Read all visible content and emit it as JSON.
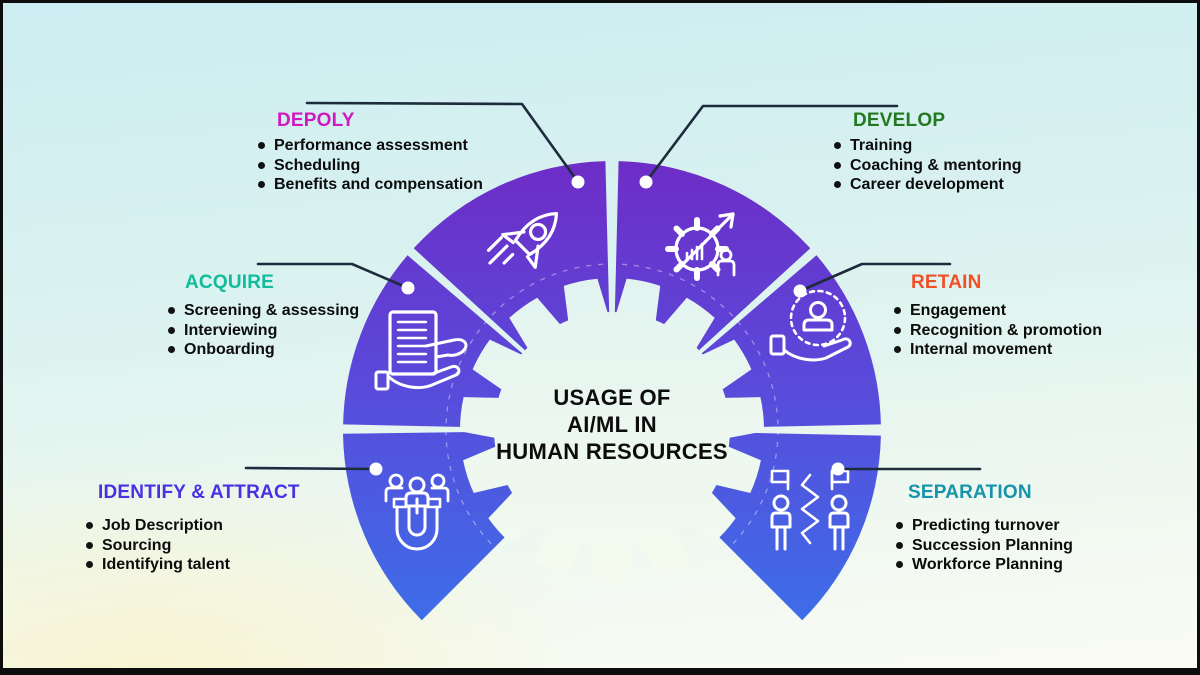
{
  "title": {
    "line1": "USAGE OF",
    "line2": "AI/ML IN",
    "line3": "HUMAN RESOURCES"
  },
  "sections": [
    {
      "label": "DEPOLY",
      "color": "#cf18c0",
      "icon": "rocket-icon",
      "items": [
        "Performance assessment",
        "Scheduling",
        "Benefits and compensation"
      ]
    },
    {
      "label": "DEVELOP",
      "color": "#23791f",
      "icon": "growth-gear-icon",
      "items": [
        "Training",
        "Coaching & mentoring",
        "Career development"
      ]
    },
    {
      "label": "ACQUIRE",
      "color": "#10bc9b",
      "icon": "document-review-icon",
      "items": [
        "Screening & assessing",
        "Interviewing",
        "Onboarding"
      ]
    },
    {
      "label": "RETAIN",
      "color": "#f04f28",
      "icon": "employee-care-icon",
      "items": [
        "Engagement",
        "Recognition & promotion",
        "Internal movement"
      ]
    },
    {
      "label": "IDENTIFY & ATTRACT",
      "color": "#4930e2",
      "icon": "talent-magnet-icon",
      "items": [
        "Job Description",
        "Sourcing",
        "Identifying talent"
      ]
    },
    {
      "label": "SEPARATION",
      "color": "#1694ac",
      "icon": "separation-flags-icon",
      "items": [
        "Predicting turnover",
        "Succession Planning",
        "Workforce Planning"
      ]
    }
  ],
  "ring": {
    "gradient_top": "#6e2cc6",
    "gradient_mid": "#5a49da",
    "gradient_bottom": "#3b70e9",
    "icon_color": "#ffffff",
    "leader_line_color": "#1d2c3c",
    "dot_color": "#ffffff"
  },
  "text_color": "#0c0c0c"
}
